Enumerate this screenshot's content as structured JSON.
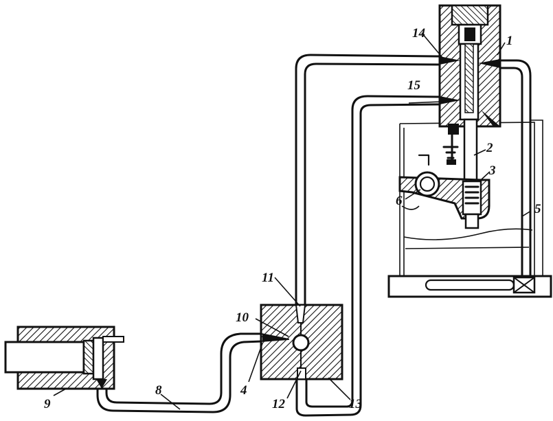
{
  "labels": {
    "l1": "1",
    "l2": "2",
    "l3": "3",
    "l4": "4",
    "l5": "5",
    "l6": "6",
    "l8": "8",
    "l9": "9",
    "l10": "10",
    "l11": "11",
    "l12": "12",
    "l13": "13",
    "l14": "14",
    "l15": "15"
  }
}
